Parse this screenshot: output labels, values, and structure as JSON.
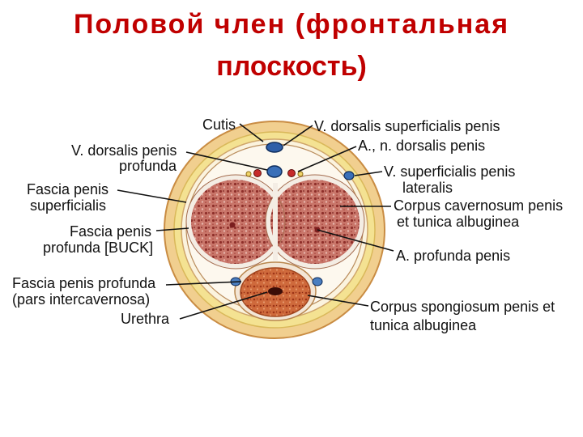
{
  "title": {
    "line1": "Половой  член (фронтальная",
    "line2": "плоскость)",
    "color": "#c00000"
  },
  "labels": {
    "cutis": "Cutis",
    "v_dorsalis_superficialis": "V. dorsalis superficialis penis",
    "a_n_dorsalis": "A., n. dorsalis penis",
    "v_dorsalis_profunda_1": "V. dorsalis penis",
    "v_dorsalis_profunda_2": "profunda",
    "v_superficialis_lateralis_1": "V. superficialis penis",
    "v_superficialis_lateralis_2": "lateralis",
    "fascia_superficialis_1": "Fascia penis",
    "fascia_superficialis_2": "superficialis",
    "corpus_cavernosum_1": "Corpus cavernosum penis",
    "corpus_cavernosum_2": "et  tunica albuginea",
    "fascia_profunda_1": "Fascia penis",
    "fascia_profunda_2": "profunda [BUCK]",
    "a_profunda": "A. profunda penis",
    "fascia_intercavernosa_1": "Fascia penis profunda",
    "fascia_intercavernosa_2": "(pars intercavernosa)",
    "corpus_spongiosum_1": "Corpus spongiosum penis et",
    "corpus_spongiosum_2": "tunica albuginea",
    "urethra": "Urethra"
  },
  "colors": {
    "skin": "#f3d79c",
    "fat": "#f5e39a",
    "fascia": "#f8f0dc",
    "cavernosum": "#b9574d",
    "spongiosum": "#c65a32",
    "vein": "#3a6fb8",
    "artery": "#c62a2a"
  }
}
